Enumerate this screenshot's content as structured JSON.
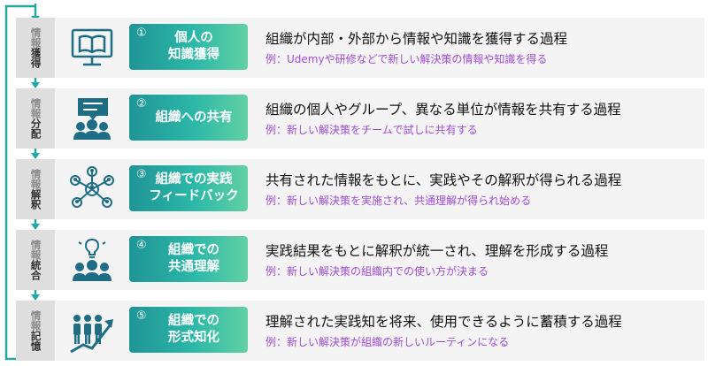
{
  "rows": [
    {
      "stage_top": "情報",
      "stage_bottom": "獲得",
      "icon": "book-screen-icon",
      "number": "①",
      "label_line1": "個人の",
      "label_line2": "知識獲得",
      "description": "組織が内部・外部から情報や知識を獲得する過程",
      "example": "例：Udemyや研修などで新しい解決策の情報や知識を得る"
    },
    {
      "stage_top": "情報",
      "stage_bottom": "分配",
      "icon": "team-chat-icon",
      "number": "②",
      "label_line1": "組織への共有",
      "label_line2": "",
      "description": "組織の個人やグループ、異なる単位が情報を共有する過程",
      "example": "例：新しい解決策をチームで試しに共有する"
    },
    {
      "stage_top": "情報",
      "stage_bottom": "解釈",
      "icon": "network-people-icon",
      "number": "③",
      "label_line1": "組織での実践",
      "label_line2": "フィードバック",
      "description": "共有された情報をもとに、実践やその解釈が得られる過程",
      "example": "例：新しい解決策を実施され、共通理解が得られ始める"
    },
    {
      "stage_top": "情報",
      "stage_bottom": "統合",
      "icon": "team-idea-icon",
      "number": "④",
      "label_line1": "組織での",
      "label_line2": "共通理解",
      "description": "実践結果をもとに解釈が統一され、理解を形成する過程",
      "example": "例：新しい解決策の組織内での使い方が決まる"
    },
    {
      "stage_top": "情報",
      "stage_bottom": "記憶",
      "icon": "team-growth-icon",
      "number": "⑤",
      "label_line1": "組織での",
      "label_line2": "形式知化",
      "description": "理解された実践知を将来、使用できるように蓄積する過程",
      "example": "例：新しい解決策が組織の新しいルーティンになる"
    }
  ],
  "colors": {
    "accent": "#2aa6a0",
    "gradient_start": "#1f9496",
    "gradient_end": "#62d0a4",
    "example_text": "#a14cd4",
    "row_bg": "#f4f4f4",
    "stage_bg": "#dedede",
    "icon_color": "#1f6d84"
  }
}
